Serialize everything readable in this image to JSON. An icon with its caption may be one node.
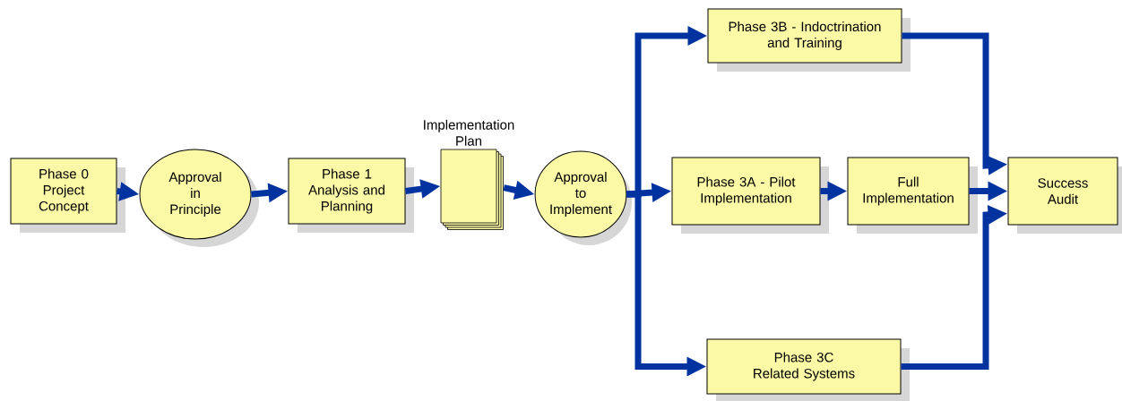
{
  "diagram": {
    "nodes": [
      {
        "text": [
          "Phase 0 Project Concept"
        ]
      },
      {
        "text": [
          "Approval in Principle"
        ]
      },
      {
        "text": [
          "Phase 1 Analysis and Planning"
        ]
      },
      {
        "text": [
          "Implementation Plan"
        ]
      },
      {
        "text": [
          "Approval to Implement"
        ]
      },
      {
        "text": [
          "Phase 3B - Indoctrination and Training"
        ]
      },
      {
        "text": [
          "Phase 3A - Pilot Implementation"
        ]
      },
      {
        "text": [
          "Full Implementation"
        ]
      },
      {
        "text": [
          "Phase 3C Related Systems"
        ]
      },
      {
        "text": [
          "Success Audit"
        ]
      }
    ],
    "edges": [
      {
        "from": 0,
        "to": 1,
        "arrow": "to"
      },
      {
        "from": 1,
        "to": 2,
        "arrow": "to"
      },
      {
        "from": 2,
        "to": 3,
        "arrow": "to"
      },
      {
        "from": 3,
        "to": 4,
        "arrow": "to"
      },
      {
        "from": 4,
        "to": 5,
        "arrow": "to"
      },
      {
        "from": 4,
        "to": 6,
        "arrow": "to"
      },
      {
        "from": 4,
        "to": 8,
        "arrow": "to"
      },
      {
        "from": 6,
        "to": 7,
        "arrow": "to"
      },
      {
        "from": 5,
        "to": 9,
        "arrow": "to"
      },
      {
        "from": 7,
        "to": 9,
        "arrow": "to"
      },
      {
        "from": 8,
        "to": 9,
        "arrow": "to"
      }
    ]
  }
}
